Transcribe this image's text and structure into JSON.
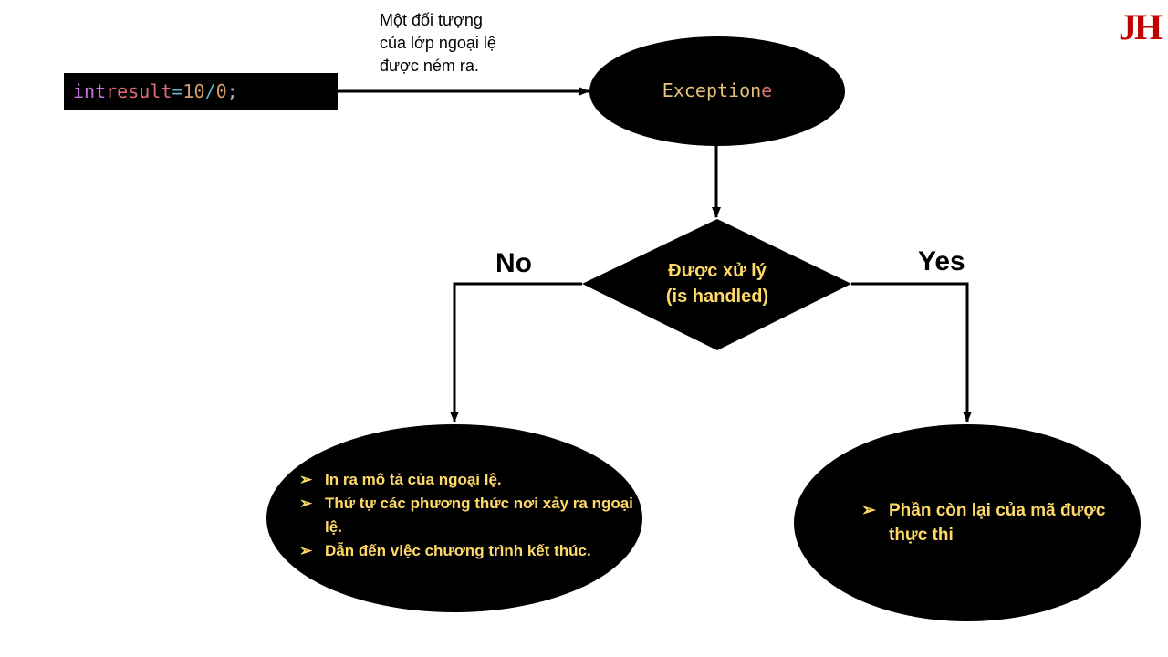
{
  "code": {
    "keyword": "int",
    "variable": "result",
    "assign": "=",
    "dividend": "10",
    "divide": "/",
    "divisor": "0",
    "terminator": ";"
  },
  "note": {
    "lines": [
      "Một đối tượng",
      "của lớp ngoại lệ",
      "được ném ra."
    ]
  },
  "exception": {
    "type": "Exception",
    "name": "e"
  },
  "decision": {
    "line1": "Được xử lý",
    "line2": "(is handled)"
  },
  "branches": {
    "no": "No",
    "yes": "Yes"
  },
  "outcome_no": {
    "items": [
      "In ra mô tả của ngoại lệ.",
      "Thứ tự các phương thức nơi xảy ra ngoại lệ.",
      "Dẫn đến việc chương trình kết thúc."
    ]
  },
  "outcome_yes": {
    "items": [
      "Phần còn lại của mã được thực thi"
    ]
  },
  "logo": {
    "text": "JH",
    "color": "#c00000"
  },
  "colors": {
    "shape_fill": "#000000",
    "highlight_text": "#ffd966"
  }
}
